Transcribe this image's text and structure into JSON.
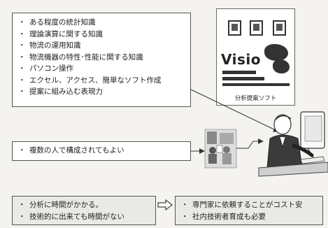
{
  "skills": {
    "items": [
      "ある程度の統計知識",
      "理論演算に関する知識",
      "物流の運用知識",
      "物流機器の特性･性能に関する知識",
      "パソコン操作",
      "エクセル、アクセス、簡単なソフト作成",
      "提案に組み込む表現力"
    ]
  },
  "software": {
    "logo_text": "Visio",
    "caption": "分析提案ソフト",
    "icon_names": [
      "window-icon",
      "excel-icon",
      "access-icon"
    ]
  },
  "team": {
    "items": [
      "複数の人で構成されてもよい"
    ]
  },
  "problems": {
    "items": [
      "分析に時間がかかる。",
      "技術的に出来ても時間がない"
    ]
  },
  "solutions": {
    "items": [
      "専門家に依頼することがコスト安",
      "社内技術者育成も必要"
    ]
  },
  "icons": [
    "team-illustration",
    "analyst-illustration",
    "transition-arrow-icon"
  ]
}
